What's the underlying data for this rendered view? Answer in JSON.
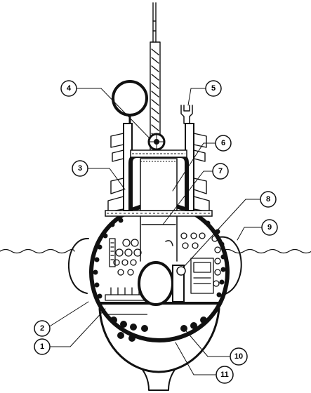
{
  "callouts": [
    {
      "number": "1"
    },
    {
      "number": "2"
    },
    {
      "number": "3"
    },
    {
      "number": "4"
    },
    {
      "number": "5"
    },
    {
      "number": "6"
    },
    {
      "number": "7"
    },
    {
      "number": "8"
    },
    {
      "number": "9"
    },
    {
      "number": "10"
    },
    {
      "number": "11"
    }
  ]
}
